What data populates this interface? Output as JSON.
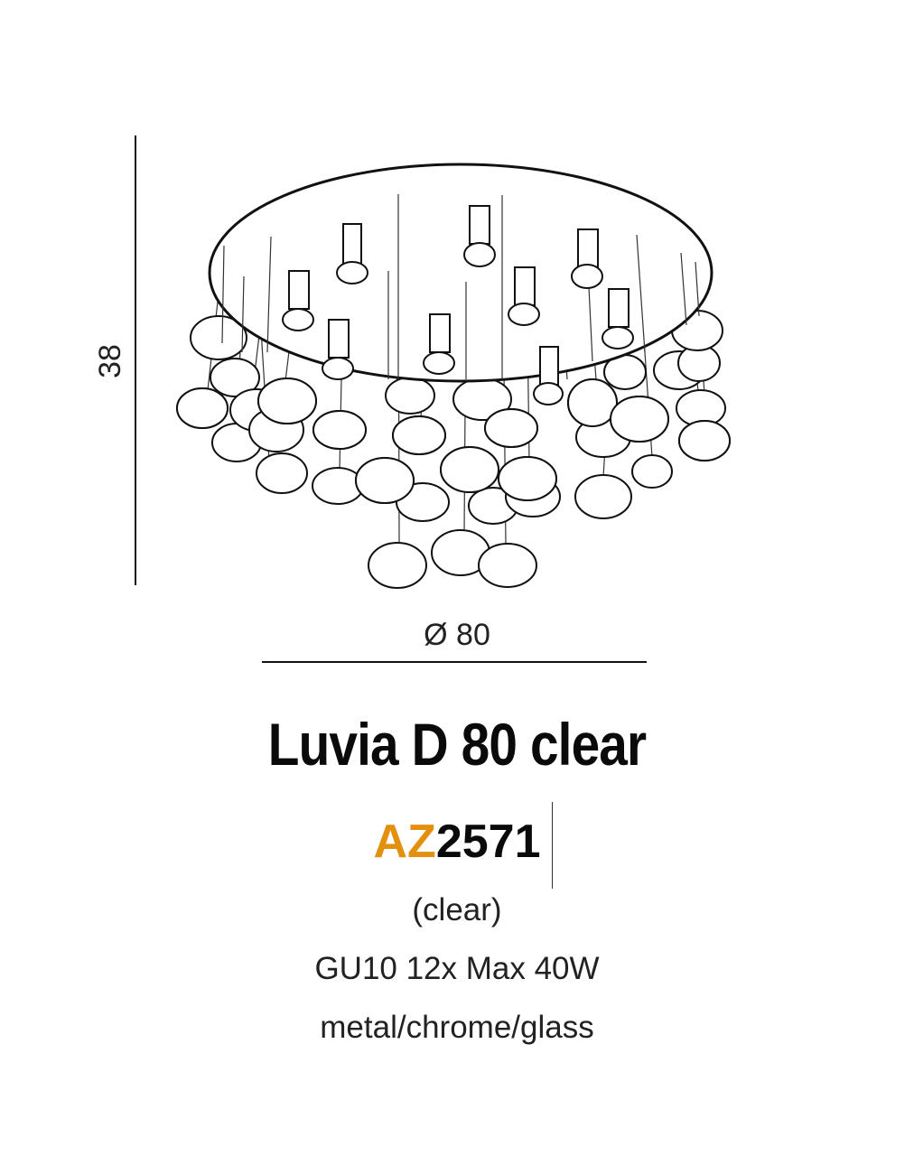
{
  "dimensions": {
    "height_label": "38",
    "diameter_label": "Ø 80"
  },
  "product": {
    "name": "Luvia D 80 clear",
    "code_prefix": "AZ",
    "code_number": "2571",
    "color_note": "(clear)",
    "bulb_spec": "GU10 12x Max 40W",
    "materials": "metal/chrome/glass"
  },
  "colors": {
    "brand_accent": "#e3900f",
    "line": "#111111"
  }
}
